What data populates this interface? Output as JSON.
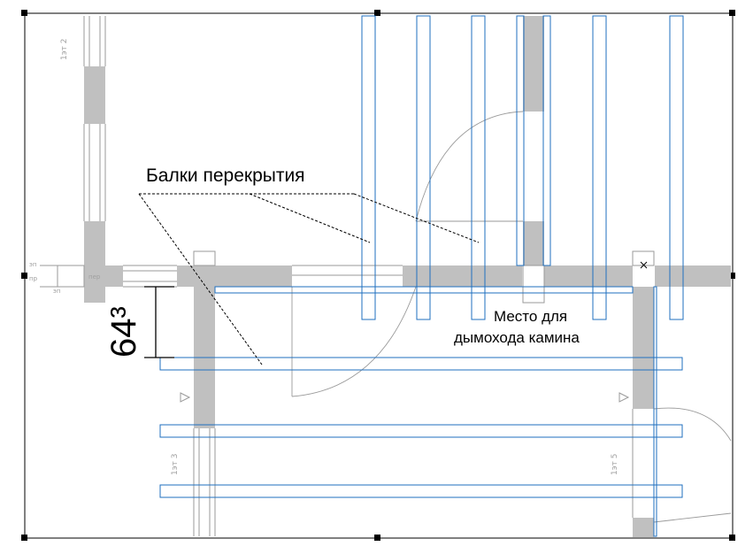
{
  "drawing": {
    "labels": {
      "beams": "Балки перекрытия",
      "chimney_line1": "Место для",
      "chimney_line2": "дымохода камина",
      "dimension": "64³"
    },
    "small_texts": {
      "floor_2": "1эт 2",
      "floor_3": "1эт 3",
      "floor_5": "1эт 5",
      "per": "пер",
      "left_tag_1": "эп",
      "left_tag_2": "пр",
      "left_tag_3": "эп"
    },
    "colors": {
      "wall_fill": "#c0c0c0",
      "beam_stroke": "#1f6fbf",
      "line": "#000000",
      "gray_line": "#9a9a9a",
      "frame": "#000000"
    }
  }
}
